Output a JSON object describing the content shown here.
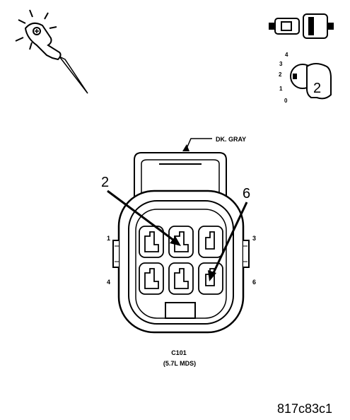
{
  "wire_color": "DK. GRAY",
  "connector": {
    "name": "C101",
    "variant": "(5.7L MDS)"
  },
  "callouts": {
    "left": "2",
    "right": "6"
  },
  "pin_numbers": {
    "p1": "1",
    "p3": "3",
    "p4": "4",
    "p6": "6"
  },
  "key_switch": {
    "positions": [
      "4",
      "3",
      "2",
      "1",
      "0"
    ],
    "key_label": "2"
  },
  "figure_code": "817c83c1"
}
